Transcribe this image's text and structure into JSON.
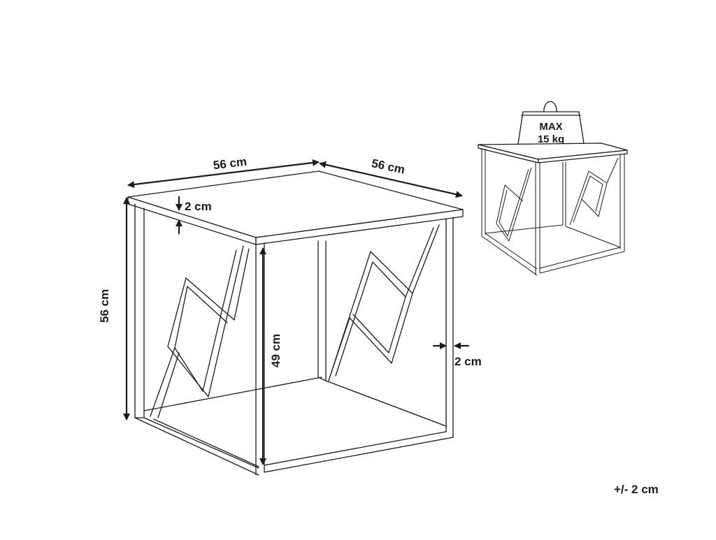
{
  "dimensions": {
    "top_width": "56 cm",
    "top_depth": "56 cm",
    "overall_height": "56 cm",
    "top_thickness": "2 cm",
    "inner_height": "49 cm",
    "frame_thickness": "2 cm"
  },
  "load_badge": {
    "line1": "MAX",
    "line2": "15 kg"
  },
  "tolerance": "+/- 2 cm",
  "colors": {
    "line": "#1a1a1a",
    "background": "#ffffff"
  },
  "icons": {
    "weight": "kettlebell-weight-icon"
  }
}
